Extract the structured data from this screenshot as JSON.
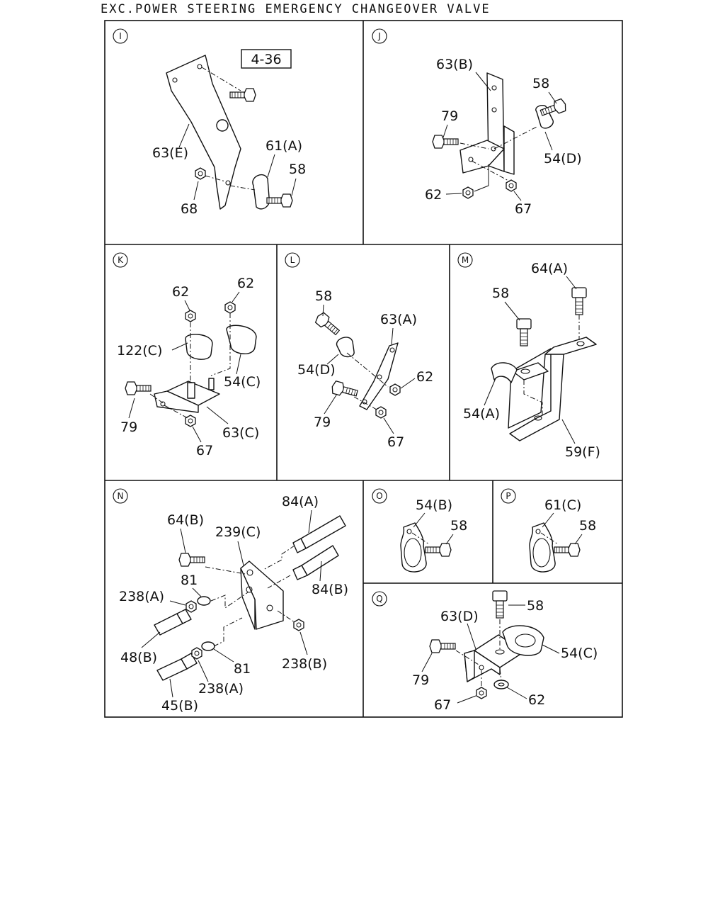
{
  "header": {
    "title": "EXC.POWER STEERING EMERGENCY CHANGEOVER VALVE"
  },
  "panels": {
    "I": {
      "tag": "I",
      "ref": "4-36",
      "labels": [
        "63(E)",
        "61(A)",
        "58",
        "68"
      ]
    },
    "J": {
      "tag": "J",
      "labels": [
        "63(B)",
        "58",
        "79",
        "54(D)",
        "62",
        "67"
      ]
    },
    "K": {
      "tag": "K",
      "labels": [
        "62",
        "62",
        "122(C)",
        "54(C)",
        "79",
        "63(C)",
        "67"
      ]
    },
    "L": {
      "tag": "L",
      "labels": [
        "58",
        "63(A)",
        "54(D)",
        "62",
        "79",
        "67"
      ]
    },
    "M": {
      "tag": "M",
      "labels": [
        "64(A)",
        "58",
        "54(A)",
        "59(F)"
      ]
    },
    "N": {
      "tag": "N",
      "labels": [
        "84(A)",
        "64(B)",
        "239(C)",
        "81",
        "84(B)",
        "238(A)",
        "48(B)",
        "81",
        "238(B)",
        "238(A)",
        "45(B)"
      ]
    },
    "O": {
      "tag": "O",
      "labels": [
        "54(B)",
        "58"
      ]
    },
    "P": {
      "tag": "P",
      "labels": [
        "61(C)",
        "58"
      ]
    },
    "Q": {
      "tag": "Q",
      "labels": [
        "58",
        "63(D)",
        "54(C)",
        "79",
        "67",
        "62"
      ]
    }
  },
  "icons": [
    "bolt-icon",
    "nut-icon",
    "clip-icon",
    "bracket-icon",
    "washer-icon",
    "hose-fitting-icon"
  ]
}
